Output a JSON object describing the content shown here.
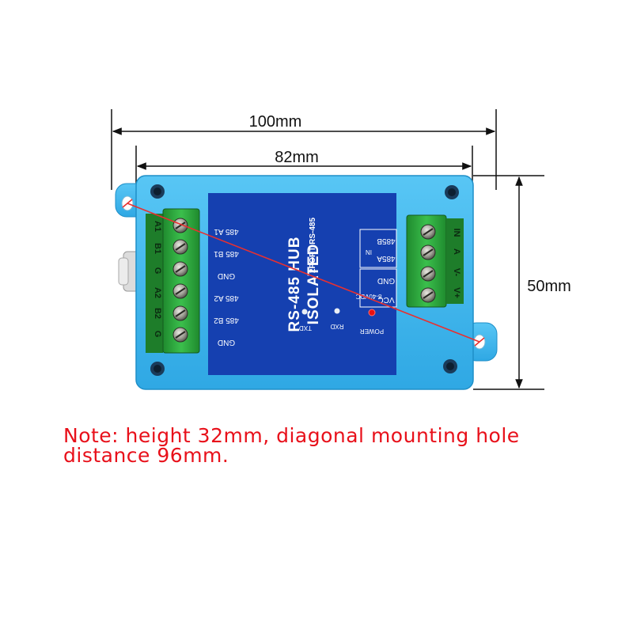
{
  "dimensions": {
    "width_outer": "100mm",
    "width_inner": "82mm",
    "height": "50mm"
  },
  "device": {
    "title_line1": "ISOLATED",
    "title_line2": "RS-485 HUB",
    "subtitle": "2PORT RS-485",
    "left_port_labels": [
      "485 A1",
      "485 B1",
      "GND",
      "485 A2",
      "485 B2",
      "GND"
    ],
    "left_terminal_labels": [
      "A1",
      "B1",
      "G",
      "A2",
      "B2",
      "G"
    ],
    "right_port_labels": {
      "b": "485B",
      "a": "485A",
      "in": "IN",
      "gnd": "GND",
      "vcc": "VCC",
      "range": "8-40VDC"
    },
    "right_terminal_labels": [
      "A",
      "IN",
      "V-",
      "V+"
    ],
    "leds": {
      "txd": "TXD",
      "rxd": "RXD",
      "power": "POWER"
    },
    "colors": {
      "enclosure": "#3fb6ef",
      "panel": "#1540b0",
      "terminal": "#2a9a3a",
      "led_power": "#e81010",
      "diagonal": "#e83030"
    }
  },
  "note": "Note: height 32mm, diagonal mounting hole distance 96mm."
}
